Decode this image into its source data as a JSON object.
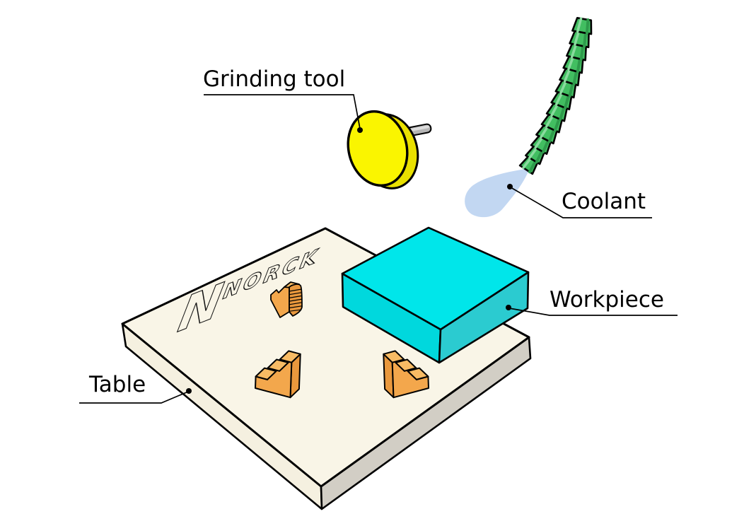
{
  "diagram": {
    "labels": {
      "grinding_tool": "Grinding tool",
      "coolant": "Coolant",
      "workpiece": "Workpiece",
      "table": "Table"
    },
    "logo": {
      "emblem": "N",
      "brand": "NORCK"
    },
    "colors": {
      "background": "#FFFFFF",
      "outline": "#000000",
      "table_top": "#F9F5E7",
      "table_left": "#F5F0E0",
      "table_right": "#D2CEC5",
      "workpiece_top": "#00E6EA",
      "workpiece_left": "#00D8DD",
      "workpiece_right": "#2BCBD0",
      "grinder_face": "#FAF500",
      "grinder_rim": "#E9E000",
      "shaft": "#B5B5B5",
      "shaft_highlight": "#DCDCDC",
      "hose_green": "#42BE61",
      "hose_green_dark": "#2E9A4B",
      "hose_green_light": "#8ADB9E",
      "coolant_blue": "#C2D7F2",
      "block_top": "#F8BB64",
      "block_front": "#F3A74C",
      "block_side": "#E9983D"
    }
  }
}
